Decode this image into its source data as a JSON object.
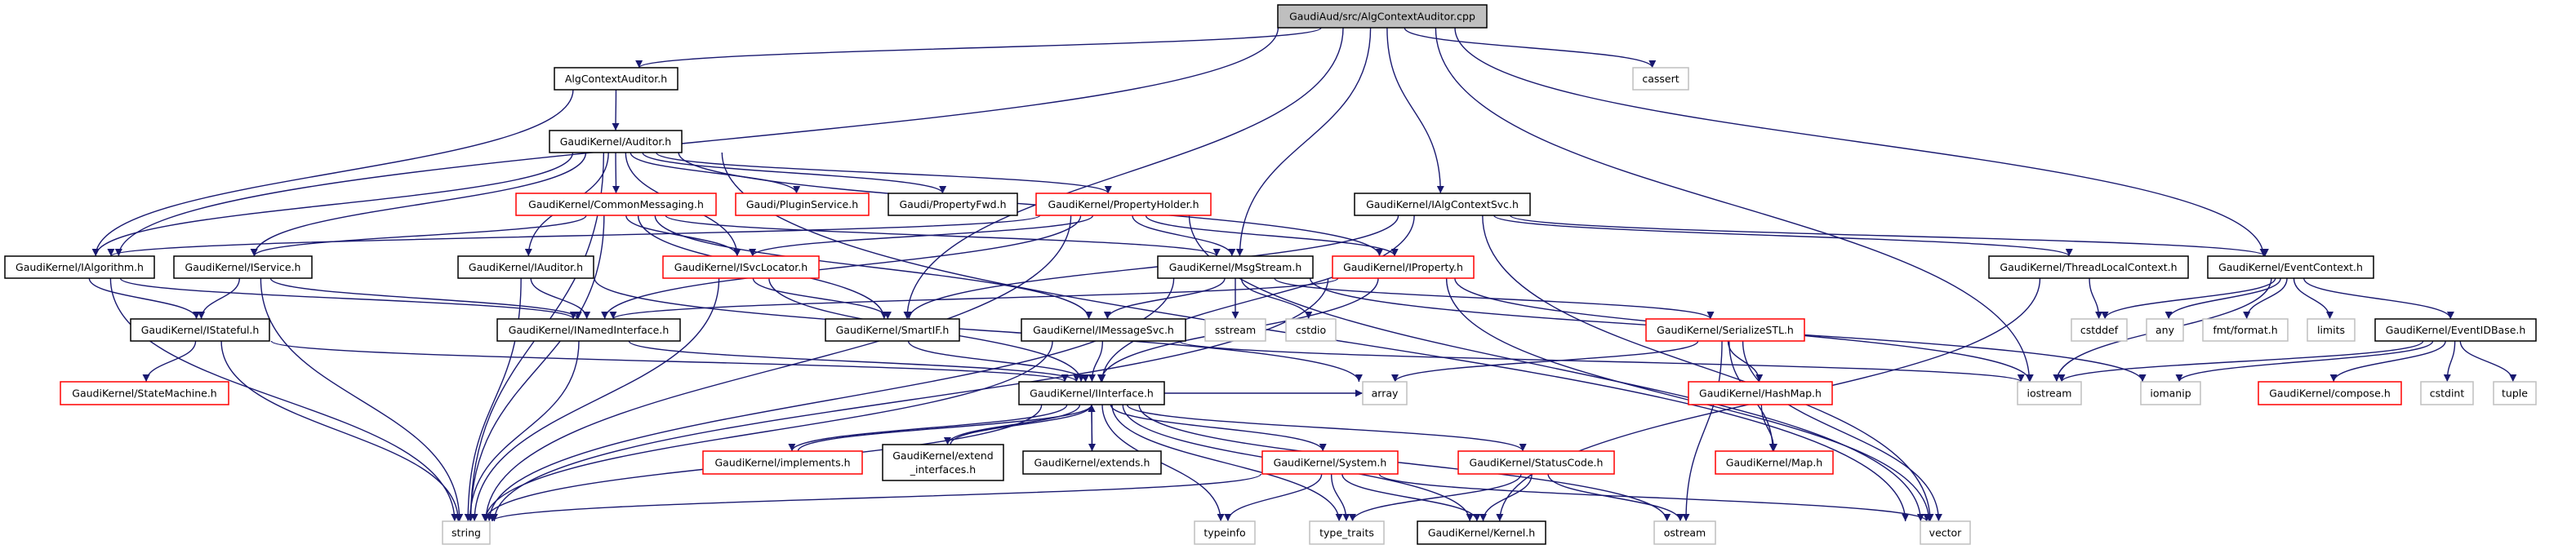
{
  "colors": {
    "edge": "#191970",
    "root_fill": "#bfbfbf",
    "normal_border": "#000000",
    "truncated_border": "#ff0000",
    "external_border": "#bfbfbf"
  },
  "nodes": [
    {
      "id": "root",
      "label": "GaudiAud/src/AlgContextAuditor.cpp",
      "style": "root"
    },
    {
      "id": "algctxaud",
      "label": "AlgContextAuditor.h",
      "style": "normal"
    },
    {
      "id": "cassert",
      "label": "cassert",
      "style": "external"
    },
    {
      "id": "auditor",
      "label": "GaudiKernel/Auditor.h",
      "style": "normal"
    },
    {
      "id": "commonmsg",
      "label": "GaudiKernel/CommonMessaging.h",
      "style": "truncated"
    },
    {
      "id": "pluginsvc",
      "label": "Gaudi/PluginService.h",
      "style": "truncated"
    },
    {
      "id": "propfwd",
      "label": "Gaudi/PropertyFwd.h",
      "style": "normal"
    },
    {
      "id": "propholder",
      "label": "GaudiKernel/PropertyHolder.h",
      "style": "truncated"
    },
    {
      "id": "ialgctxsvc",
      "label": "GaudiKernel/IAlgContextSvc.h",
      "style": "normal"
    },
    {
      "id": "ialgorithm",
      "label": "GaudiKernel/IAlgorithm.h",
      "style": "normal"
    },
    {
      "id": "iservice",
      "label": "GaudiKernel/IService.h",
      "style": "normal"
    },
    {
      "id": "iauditor",
      "label": "GaudiKernel/IAuditor.h",
      "style": "normal"
    },
    {
      "id": "isvclocator",
      "label": "GaudiKernel/ISvcLocator.h",
      "style": "truncated"
    },
    {
      "id": "msgstream",
      "label": "GaudiKernel/MsgStream.h",
      "style": "normal"
    },
    {
      "id": "iproperty",
      "label": "GaudiKernel/IProperty.h",
      "style": "truncated"
    },
    {
      "id": "threadlocal",
      "label": "GaudiKernel/ThreadLocalContext.h",
      "style": "normal"
    },
    {
      "id": "eventctx",
      "label": "GaudiKernel/EventContext.h",
      "style": "normal"
    },
    {
      "id": "istateful",
      "label": "GaudiKernel/IStateful.h",
      "style": "normal"
    },
    {
      "id": "inamed",
      "label": "GaudiKernel/INamedInterface.h",
      "style": "normal"
    },
    {
      "id": "smartif",
      "label": "GaudiKernel/SmartIF.h",
      "style": "normal"
    },
    {
      "id": "imsgsvc",
      "label": "GaudiKernel/IMessageSvc.h",
      "style": "normal"
    },
    {
      "id": "sstream",
      "label": "sstream",
      "style": "external"
    },
    {
      "id": "cstdio",
      "label": "cstdio",
      "style": "external"
    },
    {
      "id": "serializestl",
      "label": "GaudiKernel/SerializeSTL.h",
      "style": "truncated"
    },
    {
      "id": "cstddef",
      "label": "cstddef",
      "style": "external"
    },
    {
      "id": "any",
      "label": "any",
      "style": "external"
    },
    {
      "id": "fmtformat",
      "label": "fmt/format.h",
      "style": "external"
    },
    {
      "id": "limits",
      "label": "limits",
      "style": "external"
    },
    {
      "id": "eventidbase",
      "label": "GaudiKernel/EventIDBase.h",
      "style": "normal"
    },
    {
      "id": "statemachine",
      "label": "GaudiKernel/StateMachine.h",
      "style": "truncated"
    },
    {
      "id": "iinterface",
      "label": "GaudiKernel/IInterface.h",
      "style": "normal"
    },
    {
      "id": "array",
      "label": "array",
      "style": "external"
    },
    {
      "id": "hashmap",
      "label": "GaudiKernel/HashMap.h",
      "style": "truncated"
    },
    {
      "id": "iostream",
      "label": "iostream",
      "style": "external"
    },
    {
      "id": "iomanip",
      "label": "iomanip",
      "style": "external"
    },
    {
      "id": "compose",
      "label": "GaudiKernel/compose.h",
      "style": "truncated"
    },
    {
      "id": "cstdint",
      "label": "cstdint",
      "style": "external"
    },
    {
      "id": "tuple",
      "label": "tuple",
      "style": "external"
    },
    {
      "id": "implements",
      "label": "GaudiKernel/implements.h",
      "style": "truncated"
    },
    {
      "id": "extendif",
      "label": "GaudiKernel/extend\n_interfaces.h",
      "style": "normal"
    },
    {
      "id": "extends",
      "label": "GaudiKernel/extends.h",
      "style": "normal"
    },
    {
      "id": "system",
      "label": "GaudiKernel/System.h",
      "style": "truncated"
    },
    {
      "id": "statuscode",
      "label": "GaudiKernel/StatusCode.h",
      "style": "truncated"
    },
    {
      "id": "map",
      "label": "GaudiKernel/Map.h",
      "style": "truncated"
    },
    {
      "id": "string",
      "label": "string",
      "style": "external"
    },
    {
      "id": "typeinfo",
      "label": "typeinfo",
      "style": "external"
    },
    {
      "id": "typetraits",
      "label": "type_traits",
      "style": "external"
    },
    {
      "id": "kernel",
      "label": "GaudiKernel/Kernel.h",
      "style": "normal"
    },
    {
      "id": "ostream",
      "label": "ostream",
      "style": "external"
    },
    {
      "id": "vector",
      "label": "vector",
      "style": "external"
    }
  ],
  "edges": [
    [
      "root",
      "algctxaud"
    ],
    [
      "root",
      "ialgorithm"
    ],
    [
      "root",
      "cassert"
    ],
    [
      "root",
      "ialgctxsvc"
    ],
    [
      "root",
      "msgstream"
    ],
    [
      "root",
      "smartif"
    ],
    [
      "root",
      "eventctx"
    ],
    [
      "root",
      "iostream"
    ],
    [
      "algctxaud",
      "auditor"
    ],
    [
      "algctxaud",
      "ialgorithm"
    ],
    [
      "auditor",
      "commonmsg"
    ],
    [
      "auditor",
      "pluginsvc"
    ],
    [
      "auditor",
      "propfwd"
    ],
    [
      "auditor",
      "propholder"
    ],
    [
      "auditor",
      "iproperty"
    ],
    [
      "auditor",
      "ialgorithm"
    ],
    [
      "auditor",
      "iservice"
    ],
    [
      "auditor",
      "iauditor"
    ],
    [
      "auditor",
      "isvclocator"
    ],
    [
      "auditor",
      "string"
    ],
    [
      "auditor",
      "vector"
    ],
    [
      "commonmsg",
      "iservice"
    ],
    [
      "commonmsg",
      "isvclocator"
    ],
    [
      "commonmsg",
      "msgstream"
    ],
    [
      "commonmsg",
      "imsgsvc"
    ],
    [
      "commonmsg",
      "smartif"
    ],
    [
      "commonmsg",
      "string"
    ],
    [
      "propholder",
      "ialgorithm"
    ],
    [
      "propholder",
      "msgstream"
    ],
    [
      "propholder",
      "iproperty"
    ],
    [
      "propholder",
      "isvclocator"
    ],
    [
      "propholder",
      "inamed"
    ],
    [
      "propholder",
      "vector"
    ],
    [
      "propholder",
      "string"
    ],
    [
      "ialgctxsvc",
      "iinterface"
    ],
    [
      "ialgctxsvc",
      "smartif"
    ],
    [
      "ialgctxsvc",
      "threadlocal"
    ],
    [
      "ialgctxsvc",
      "eventctx"
    ],
    [
      "ialgctxsvc",
      "vector"
    ],
    [
      "ialgorithm",
      "istateful"
    ],
    [
      "ialgorithm",
      "inamed"
    ],
    [
      "ialgorithm",
      "string"
    ],
    [
      "iservice",
      "istateful"
    ],
    [
      "iservice",
      "inamed"
    ],
    [
      "iservice",
      "string"
    ],
    [
      "iauditor",
      "inamed"
    ],
    [
      "iauditor",
      "string"
    ],
    [
      "iauditor",
      "array"
    ],
    [
      "isvclocator",
      "smartif"
    ],
    [
      "isvclocator",
      "iinterface"
    ],
    [
      "isvclocator",
      "string"
    ],
    [
      "msgstream",
      "imsgsvc"
    ],
    [
      "msgstream",
      "sstream"
    ],
    [
      "msgstream",
      "cstdio"
    ],
    [
      "msgstream",
      "serializestl"
    ],
    [
      "msgstream",
      "iomanip"
    ],
    [
      "msgstream",
      "string"
    ],
    [
      "iproperty",
      "iinterface"
    ],
    [
      "iproperty",
      "inamed"
    ],
    [
      "iproperty",
      "string"
    ],
    [
      "iproperty",
      "vector"
    ],
    [
      "iproperty",
      "iostream"
    ],
    [
      "istateful",
      "statemachine"
    ],
    [
      "istateful",
      "string"
    ],
    [
      "istateful",
      "iinterface"
    ],
    [
      "inamed",
      "iinterface"
    ],
    [
      "inamed",
      "string"
    ],
    [
      "smartif",
      "iinterface"
    ],
    [
      "imsgsvc",
      "iinterface"
    ],
    [
      "imsgsvc",
      "string"
    ],
    [
      "imsgsvc",
      "iostream"
    ],
    [
      "threadlocal",
      "cstddef"
    ],
    [
      "threadlocal",
      "kernel"
    ],
    [
      "eventctx",
      "iostream"
    ],
    [
      "eventctx",
      "cstddef"
    ],
    [
      "eventctx",
      "any"
    ],
    [
      "eventctx",
      "fmtformat"
    ],
    [
      "eventctx",
      "limits"
    ],
    [
      "eventctx",
      "eventidbase"
    ],
    [
      "eventidbase",
      "iostream"
    ],
    [
      "eventidbase",
      "iomanip"
    ],
    [
      "eventidbase",
      "compose"
    ],
    [
      "eventidbase",
      "cstdint"
    ],
    [
      "eventidbase",
      "tuple"
    ],
    [
      "serializestl",
      "array"
    ],
    [
      "serializestl",
      "hashmap"
    ],
    [
      "serializestl",
      "map"
    ],
    [
      "serializestl",
      "ostream"
    ],
    [
      "serializestl",
      "vector"
    ],
    [
      "hashmap",
      "map"
    ],
    [
      "iinterface",
      "implements"
    ],
    [
      "iinterface",
      "extendif"
    ],
    [
      "iinterface",
      "extends"
    ],
    [
      "iinterface",
      "system"
    ],
    [
      "iinterface",
      "statuscode"
    ],
    [
      "iinterface",
      "typeinfo"
    ],
    [
      "iinterface",
      "typetraits"
    ],
    [
      "iinterface",
      "kernel"
    ],
    [
      "iinterface",
      "ostream"
    ],
    [
      "iinterface",
      "string"
    ],
    [
      "iinterface",
      "array"
    ],
    [
      "implements",
      "iinterface"
    ],
    [
      "extendif",
      "iinterface"
    ],
    [
      "extends",
      "iinterface"
    ],
    [
      "system",
      "string"
    ],
    [
      "system",
      "typeinfo"
    ],
    [
      "system",
      "typetraits"
    ],
    [
      "system",
      "kernel"
    ],
    [
      "system",
      "vector"
    ],
    [
      "statuscode",
      "typetraits"
    ],
    [
      "statuscode",
      "kernel"
    ],
    [
      "statuscode",
      "ostream"
    ]
  ]
}
